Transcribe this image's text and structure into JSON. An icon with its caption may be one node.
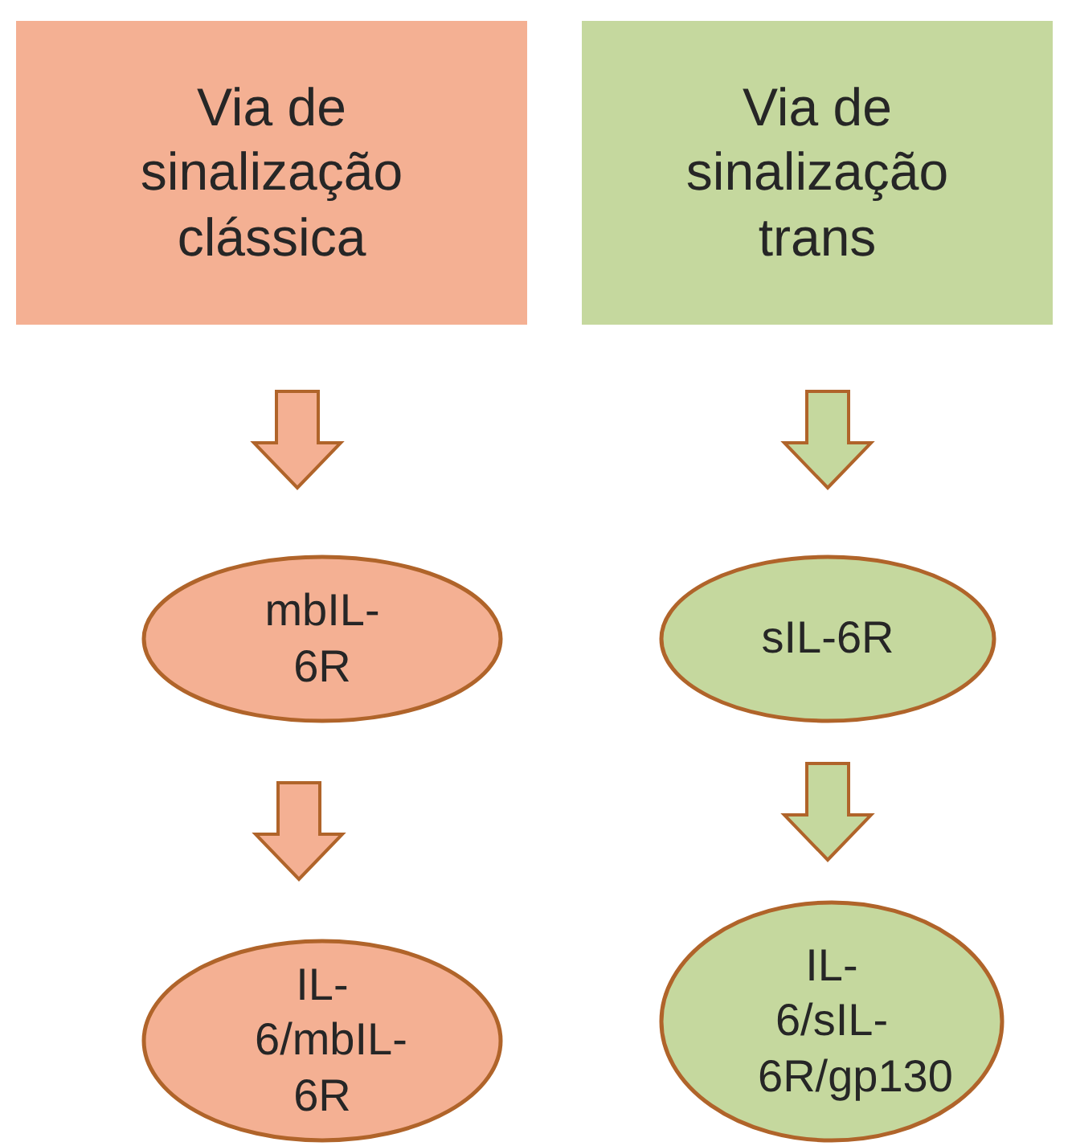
{
  "diagram": {
    "nodes": [
      {
        "text": [
          "Via de sinalização clássica"
        ]
      },
      {
        "text": [
          "Via de sinalização trans"
        ]
      },
      {
        "text": [
          "mbIL-6R"
        ]
      },
      {
        "text": [
          "sIL-6R"
        ]
      },
      {
        "text": [
          "IL-6/mbIL-6R"
        ]
      },
      {
        "text": [
          "IL-6/sIL-6R/gp130"
        ]
      }
    ],
    "edges": [
      {
        "from": 0,
        "to": 2,
        "arrow": "to"
      },
      {
        "from": 1,
        "to": 3,
        "arrow": "to"
      },
      {
        "from": 2,
        "to": 4,
        "arrow": "to"
      },
      {
        "from": 3,
        "to": 5,
        "arrow": "to"
      }
    ]
  }
}
